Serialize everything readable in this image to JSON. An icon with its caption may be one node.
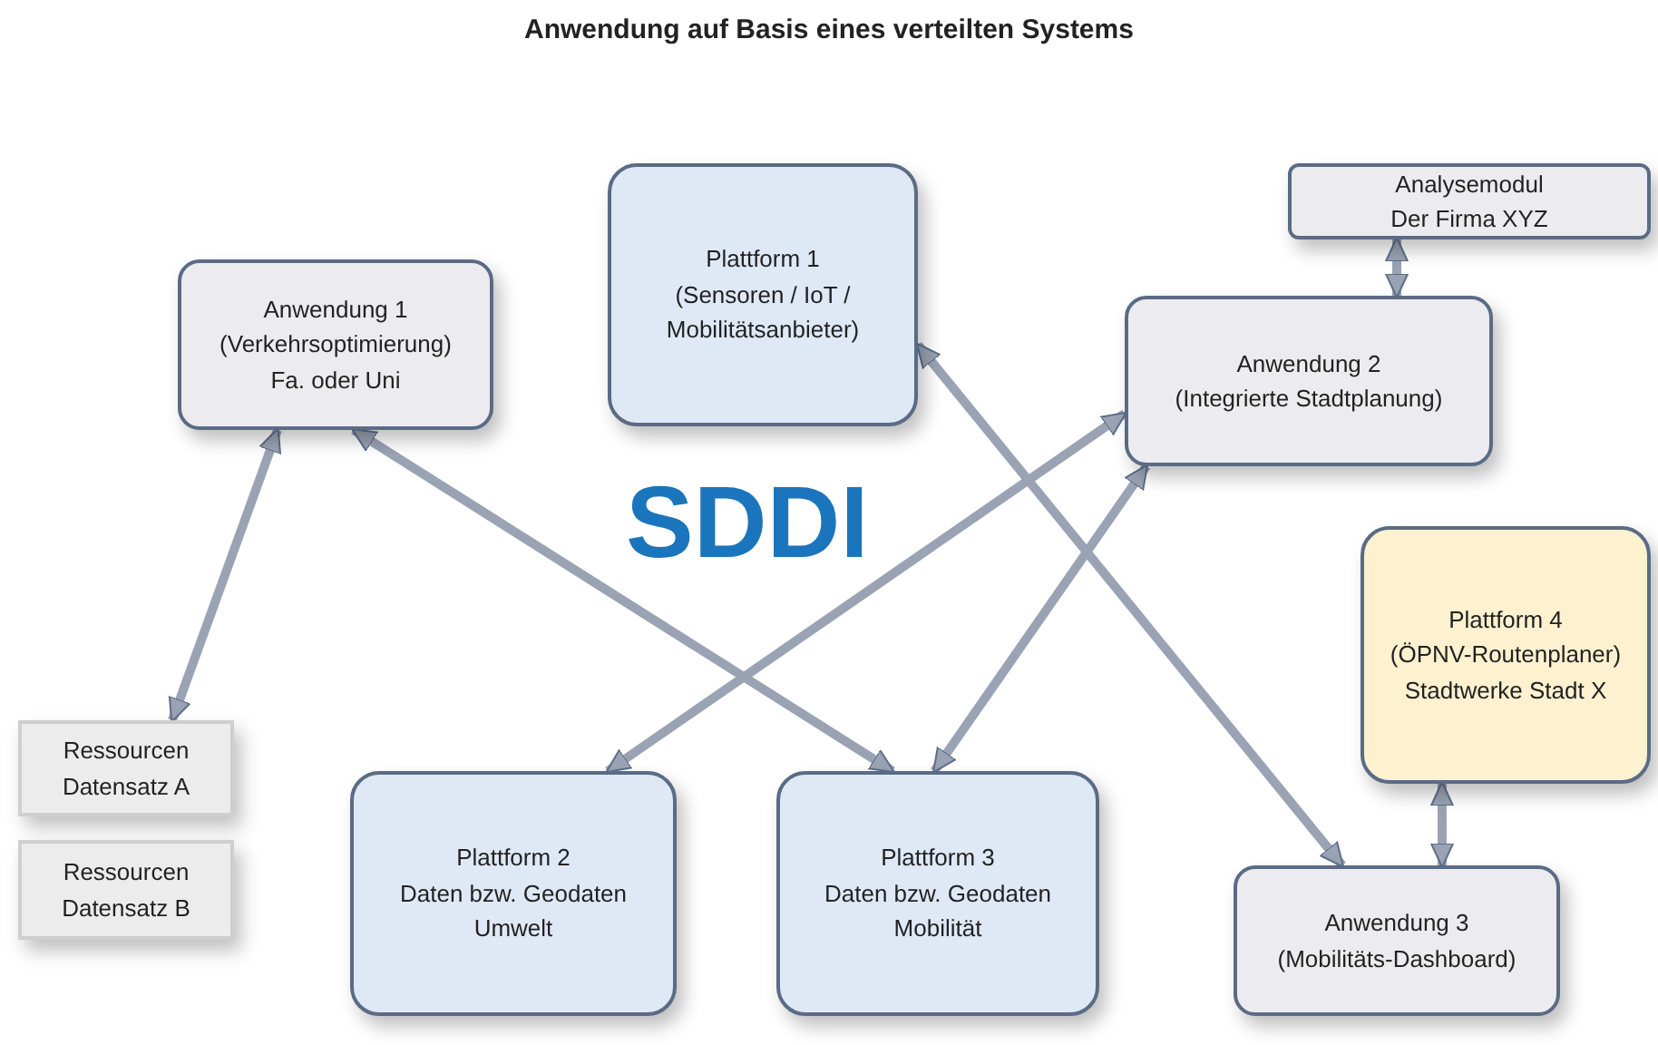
{
  "diagram": {
    "title": "Anwendung auf Basis eines verteilten Systems",
    "nodes": [
      {
        "text": [
          "Analysemodul",
          "Der Firma XYZ"
        ]
      },
      {
        "text": [
          "Plattform 1",
          "(Sensoren / IoT / Mobilitätsanbieter)"
        ]
      },
      {
        "text": [
          "Anwendung 1",
          "(Verkehrsoptimierung)",
          "Fa. oder Uni"
        ]
      },
      {
        "text": [
          "Anwendung 2",
          "(Integrierte Stadtplanung)"
        ]
      },
      {
        "text": [
          "Plattform 4",
          "(ÖPNV-Routenplaner)",
          "Stadtwerke Stadt X"
        ]
      },
      {
        "text": [
          "Ressourcen",
          "Datensatz A"
        ]
      },
      {
        "text": [
          "Ressourcen",
          "Datensatz B"
        ]
      },
      {
        "text": [
          "Plattform 2",
          "Daten bzw. Geodaten",
          "Umwelt"
        ]
      },
      {
        "text": [
          "Plattform 3",
          "Daten bzw. Geodaten",
          "Mobilität"
        ]
      },
      {
        "text": [
          "Anwendung 3",
          "(Mobilitäts-Dashboard)"
        ]
      }
    ],
    "edges": [
      {
        "from": 2,
        "to": 5,
        "arrow": "both"
      },
      {
        "from": 2,
        "to": 8,
        "arrow": "both"
      },
      {
        "from": 3,
        "to": 7,
        "arrow": "both"
      },
      {
        "from": 3,
        "to": 8,
        "arrow": "both"
      },
      {
        "from": 1,
        "to": 9,
        "arrow": "both"
      },
      {
        "from": 0,
        "to": 3,
        "arrow": "both"
      },
      {
        "from": 4,
        "to": 9,
        "arrow": "both"
      }
    ],
    "labels": [
      "SDDI"
    ]
  }
}
